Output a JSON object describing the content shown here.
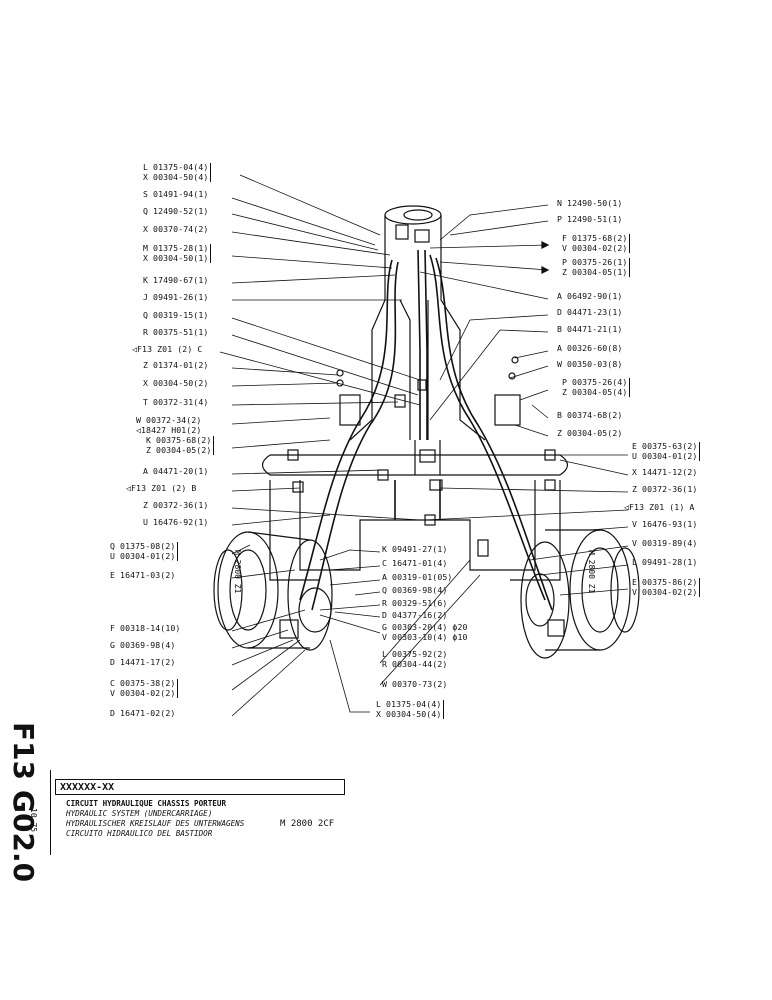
{
  "labels_left": [
    {
      "id": "l1",
      "lines": [
        "L 01375-04(4)",
        "X 00304-50(4)"
      ],
      "bracket": true
    },
    {
      "id": "l2",
      "lines": [
        "S 01491-94(1)"
      ]
    },
    {
      "id": "l3",
      "lines": [
        "Q 12490-52(1)"
      ]
    },
    {
      "id": "l4",
      "lines": [
        "X 00370-74(2)"
      ]
    },
    {
      "id": "l5",
      "lines": [
        "M 01375-28(1)",
        "X 00304-50(1)"
      ],
      "bracket": true
    },
    {
      "id": "l6",
      "lines": [
        "K 17490-67(1)"
      ]
    },
    {
      "id": "l7",
      "lines": [
        "J 09491-26(1)"
      ]
    },
    {
      "id": "l8",
      "lines": [
        "Q 00319-15(1)"
      ]
    },
    {
      "id": "l9",
      "lines": [
        "R 00375-51(1)"
      ]
    },
    {
      "id": "l10",
      "lines": [
        "◁F13  Z01  (2) C"
      ]
    },
    {
      "id": "l11",
      "lines": [
        "Z 01374-01(2)"
      ]
    },
    {
      "id": "l12",
      "lines": [
        "X 00304-50(2)"
      ]
    },
    {
      "id": "l13",
      "lines": [
        "T 00372-31(4)"
      ]
    },
    {
      "id": "l14",
      "lines": [
        "W 00372-34(2)",
        "◁18427 H01(2)"
      ]
    },
    {
      "id": "l15",
      "lines": [
        "K 00375-68(2)",
        "Z 00304-05(2)"
      ],
      "bracket": true
    },
    {
      "id": "l16",
      "lines": [
        "A 04471-20(1)"
      ]
    },
    {
      "id": "l17",
      "lines": [
        "◁F13  Z01  (2) B"
      ]
    },
    {
      "id": "l18",
      "lines": [
        "Z 00372-36(1)"
      ]
    },
    {
      "id": "l19",
      "lines": [
        "U 16476-92(1)"
      ]
    },
    {
      "id": "l20",
      "lines": [
        "Q 01375-08(2)",
        "U 00304-01(2)"
      ],
      "bracket": true
    },
    {
      "id": "l21",
      "lines": [
        "E 16471-03(2)"
      ]
    },
    {
      "id": "l22",
      "lines": [
        "F 00318-14(10)"
      ]
    },
    {
      "id": "l23",
      "lines": [
        "G 00369-98(4)"
      ]
    },
    {
      "id": "l24",
      "lines": [
        "D 14471-17(2)"
      ]
    },
    {
      "id": "l25",
      "lines": [
        "C 00375-38(2)",
        "V 00304-02(2)"
      ],
      "bracket": true
    },
    {
      "id": "l26",
      "lines": [
        "D 16471-02(2)"
      ]
    }
  ],
  "labels_right": [
    {
      "id": "r1",
      "lines": [
        "N 12490-50(1)"
      ]
    },
    {
      "id": "r2",
      "lines": [
        "P 12490-51(1)"
      ]
    },
    {
      "id": "r3",
      "lines": [
        "F 01375-68(2)",
        "V 00304-02(2)"
      ],
      "bracket": true
    },
    {
      "id": "r4",
      "lines": [
        "P 00375-26(1)",
        "Z 00304-05(1)"
      ],
      "bracket": true
    },
    {
      "id": "r5",
      "lines": [
        "A 06492-90(1)"
      ]
    },
    {
      "id": "r6",
      "lines": [
        "D 04471-23(1)"
      ]
    },
    {
      "id": "r7",
      "lines": [
        "B 04471-21(1)"
      ]
    },
    {
      "id": "r8",
      "lines": [
        "A 00326-60(8)"
      ]
    },
    {
      "id": "r9",
      "lines": [
        "W 00350-03(8)"
      ]
    },
    {
      "id": "r10",
      "lines": [
        "P 00375-26(4)",
        "Z 00304-05(4)"
      ],
      "bracket": true
    },
    {
      "id": "r11",
      "lines": [
        "B 00374-68(2)"
      ]
    },
    {
      "id": "r12",
      "lines": [
        "Z 00304-05(2)"
      ]
    },
    {
      "id": "r13",
      "lines": [
        "E 00375-63(2)",
        "U 00304-01(2)"
      ],
      "bracket": true
    },
    {
      "id": "r14",
      "lines": [
        "X 14471-12(2)"
      ]
    },
    {
      "id": "r15",
      "lines": [
        "Z 00372-36(1)"
      ]
    },
    {
      "id": "r16",
      "lines": [
        "◁F13  Z01  (1) A"
      ]
    },
    {
      "id": "r17",
      "lines": [
        "V 16476-93(1)"
      ]
    },
    {
      "id": "r18",
      "lines": [
        "V 00319-89(4)"
      ]
    },
    {
      "id": "r19",
      "lines": [
        "L 09491-28(1)"
      ]
    },
    {
      "id": "r20",
      "lines": [
        "E 00375-86(2)",
        "V 00304-02(2)"
      ],
      "bracket": true
    }
  ],
  "labels_center": [
    {
      "id": "c1",
      "lines": [
        "K 09491-27(1)"
      ]
    },
    {
      "id": "c2",
      "lines": [
        "C 16471-01(4)"
      ]
    },
    {
      "id": "c3",
      "lines": [
        "A 00319-01(05)"
      ]
    },
    {
      "id": "c4",
      "lines": [
        "Q 00369-98(4)"
      ]
    },
    {
      "id": "c5",
      "lines": [
        "R 00329-51(6)"
      ]
    },
    {
      "id": "c6",
      "lines": [
        "D 04377-16(2)"
      ]
    },
    {
      "id": "c7",
      "lines": [
        "G 00303-20(4) ϕ20",
        "V 00303-10(4) ϕ10"
      ]
    },
    {
      "id": "c8",
      "lines": [
        "L 00375-92(2)",
        "R 00304-44(2)"
      ]
    },
    {
      "id": "c9",
      "lines": [
        "W 00370-73(2)"
      ]
    },
    {
      "id": "c10",
      "lines": [
        "L 01375-04(4)",
        "X 00304-50(4)"
      ],
      "bracket": true
    }
  ],
  "wheel_labels": {
    "left": "M 2800  Z1",
    "right": "M 2800  Z1"
  },
  "sheet": {
    "section": "F13",
    "page": "G02.0",
    "ref": "XXXXXX-XX",
    "title_fr": "CIRCUIT HYDRAULIQUE CHASSIS PORTEUR",
    "title_en": "HYDRAULIC SYSTEM (UNDERCARRIAGE)",
    "title_de": "HYDRAULISCHER KREISLAUF DES UNTERWAGENS",
    "title_es": "CIRCUITO HIDRAULICO DEL BASTIDOR",
    "model": "M 2800  2CF",
    "date": "10-75"
  }
}
